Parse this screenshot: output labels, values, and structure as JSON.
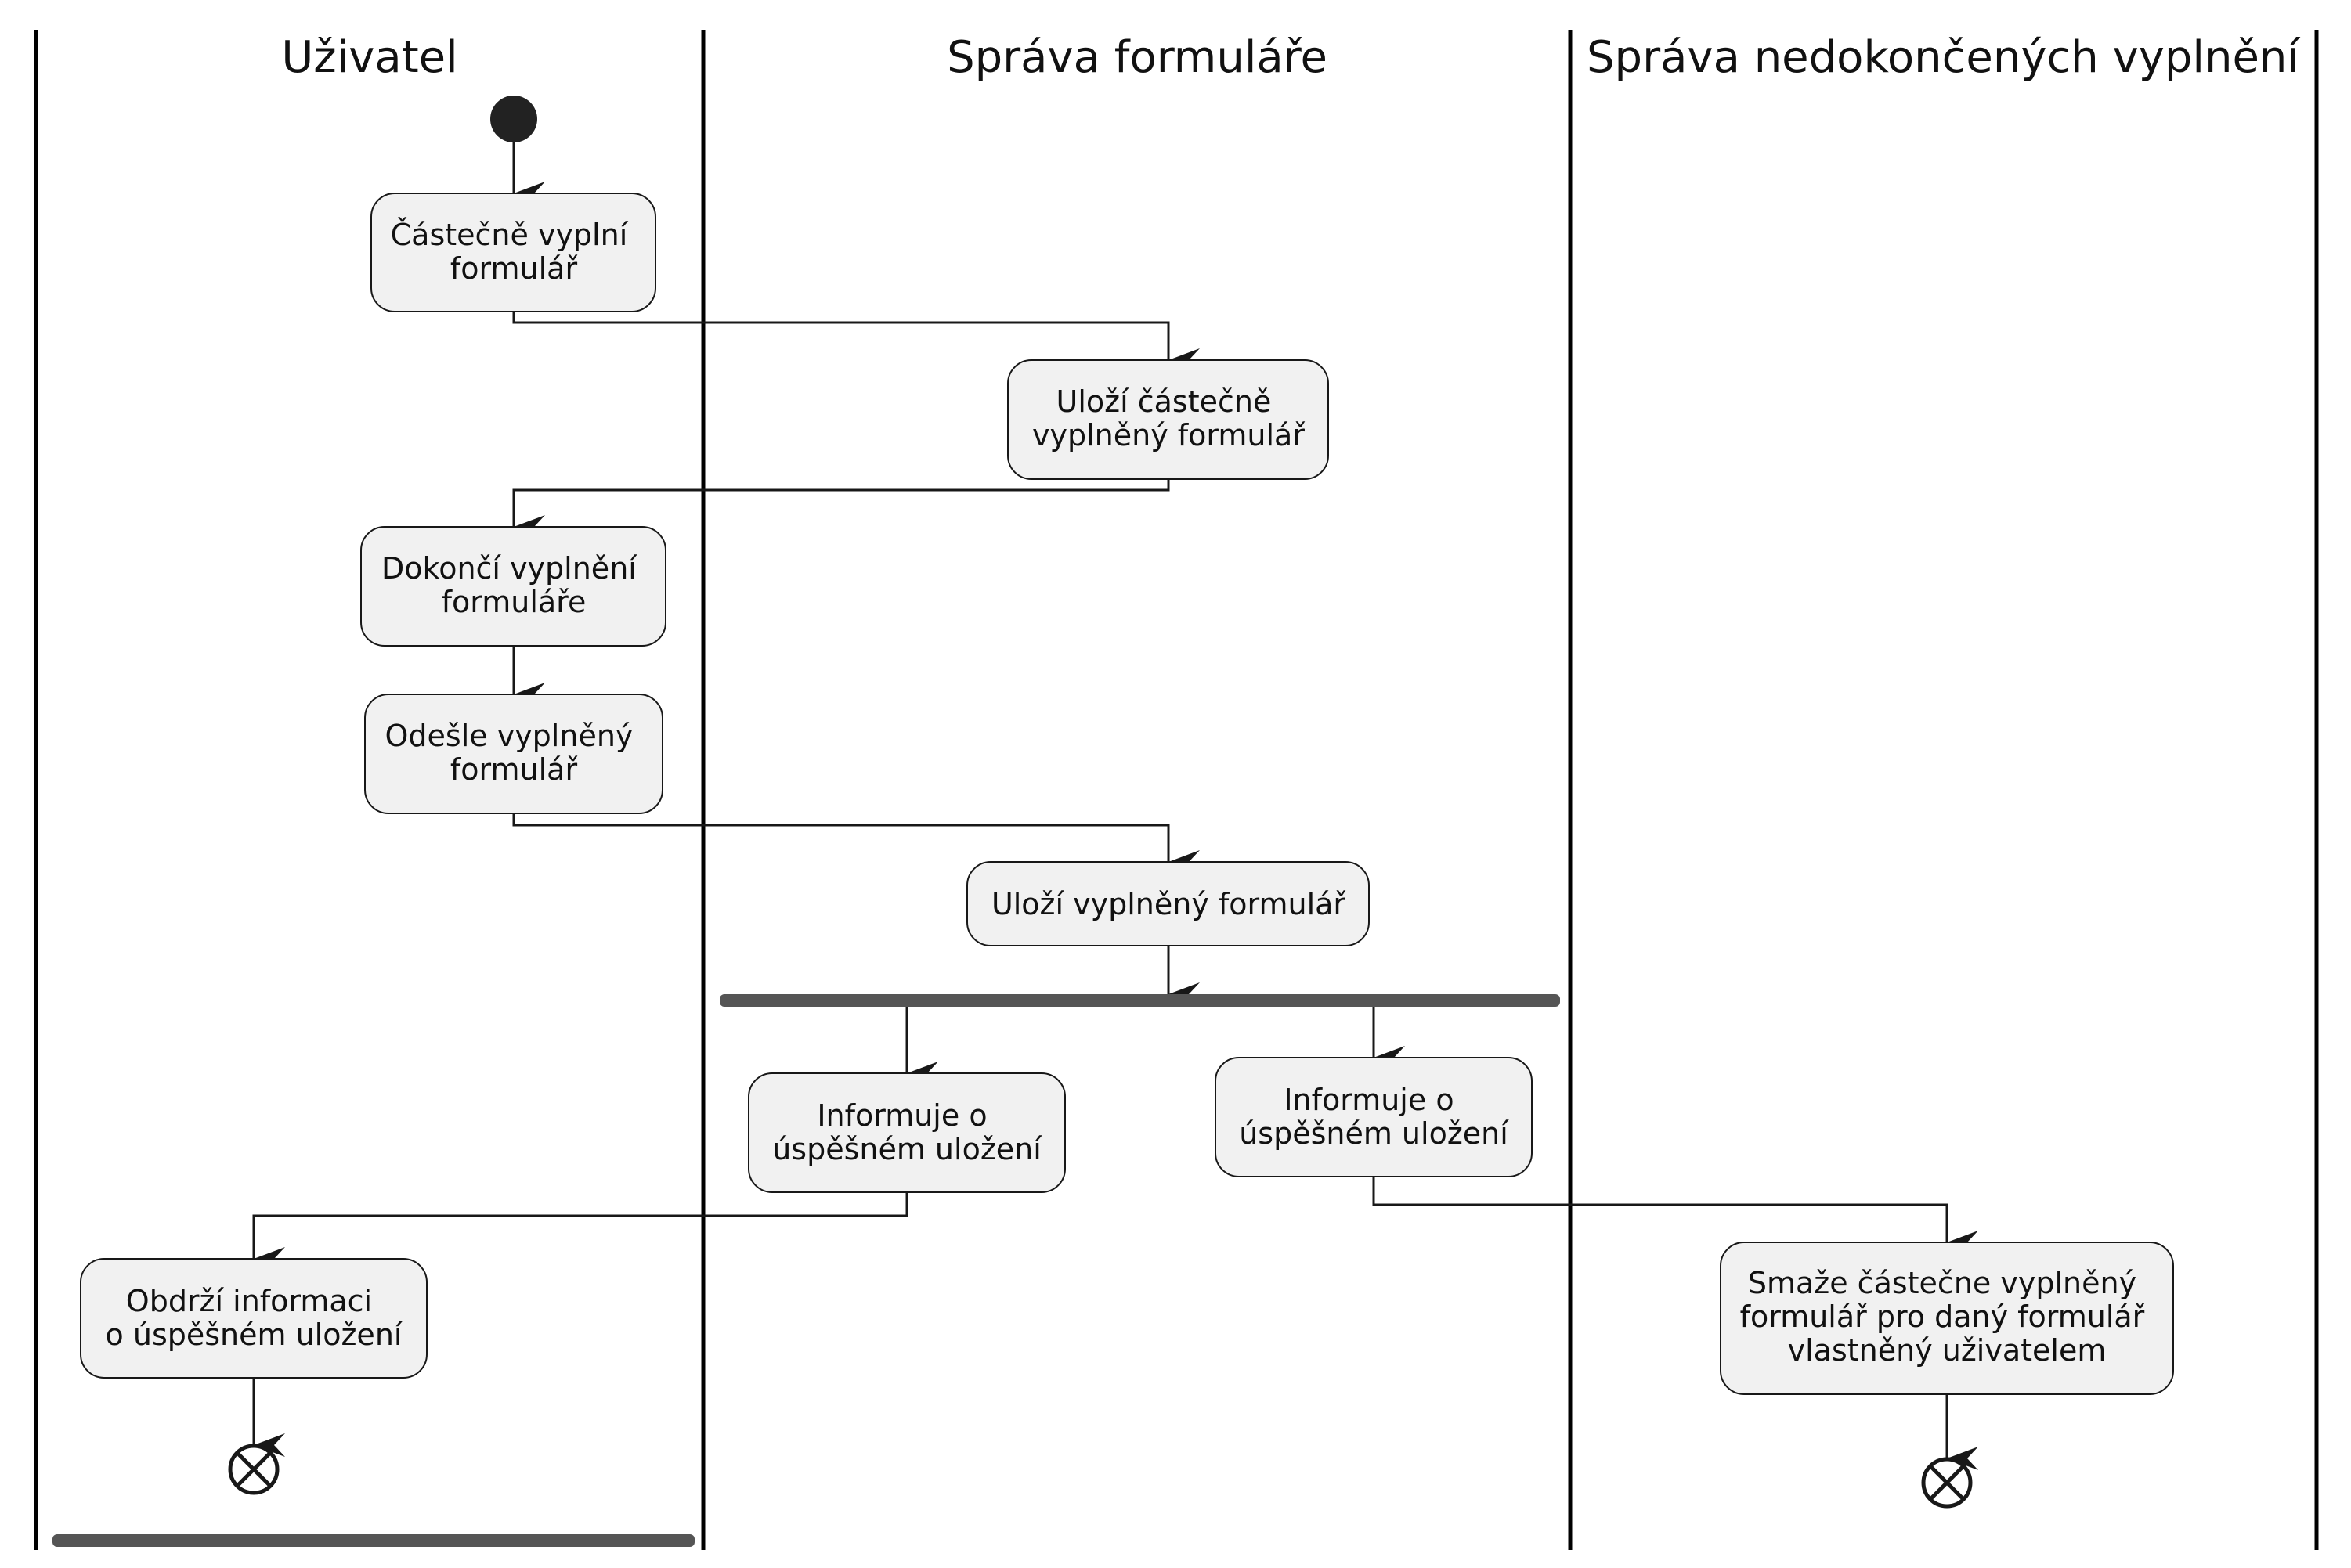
{
  "lanes": {
    "user": "Uživatel",
    "form_admin": "Správa formuláře",
    "drafts_admin": "Správa nedokončených vyplnění"
  },
  "nodes": {
    "partially_fill": [
      "Částečně vyplní",
      "formulář"
    ],
    "save_partial": [
      "Uloží částečně",
      "vyplněný formulář"
    ],
    "finish_fill": [
      "Dokončí vyplnění",
      "formuláře"
    ],
    "submit": [
      "Odešle vyplněný",
      "formulář"
    ],
    "save_filled": [
      "Uloží vyplněný formulář"
    ],
    "inform_user": [
      "Informuje o",
      "úspěšném uložení"
    ],
    "inform_drafts": [
      "Informuje o",
      "úspěšném uložení"
    ],
    "receive_info": [
      "Obdrží informaci",
      "o úspěšném uložení"
    ],
    "delete_partial": [
      "Smaže částečne vyplněný",
      "formulář pro daný formulář",
      "vlastněný uživatelem"
    ]
  },
  "colors": {
    "box_fill": "#f1f1f1",
    "box_stroke": "#181818",
    "start_node": "#222222",
    "fork_bar": "#555555",
    "lane_line": "#000000"
  }
}
